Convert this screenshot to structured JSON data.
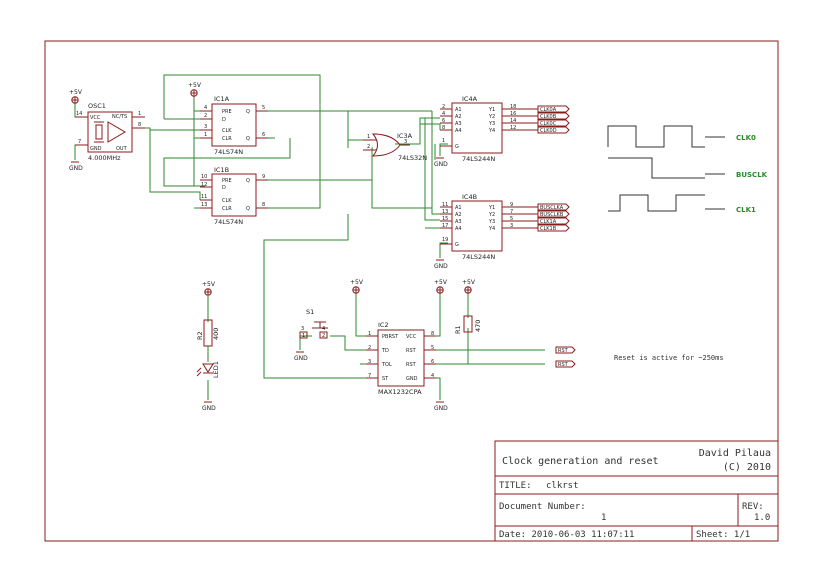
{
  "title_block": {
    "author": "David Pilaua",
    "copyright": "(C) 2010",
    "description": "Clock generation and reset",
    "title_label": "TITLE:",
    "title_value": "clkrst",
    "docnum_label": "Document Number:",
    "docnum_value": "1",
    "rev_label": "REV:",
    "rev_value": "1.0",
    "date_text": "Date: 2010-06-03 11:07:11",
    "sheet_text": "Sheet: 1/1"
  },
  "note": "Reset is active for ~250ms",
  "waveforms": [
    {
      "label": "CLK0"
    },
    {
      "label": "BUSCLK"
    },
    {
      "label": "CLK1"
    }
  ],
  "supplies": {
    "vcc": "+5V",
    "gnd": "GND"
  },
  "osc": {
    "name": "OSC1",
    "value": "4.000MHz",
    "pins": {
      "vcc": "VCC",
      "nc": "NC/TS",
      "gnd": "GND",
      "out": "OUT"
    },
    "pin_nums": {
      "vcc": "14",
      "nc": "1",
      "gnd": "7",
      "out": "8"
    }
  },
  "ic1a": {
    "name": "IC1A",
    "value": "74LS74N",
    "pins": {
      "pre": "PRE",
      "d": "D",
      "clk": "CLK",
      "clr": "CLR",
      "q": "Q",
      "qn": "Q"
    },
    "pin_nums": {
      "pre": "4",
      "d": "2",
      "clk": "3",
      "clr": "1",
      "q": "5",
      "qn": "6"
    }
  },
  "ic1b": {
    "name": "IC1B",
    "value": "74LS74N",
    "pins": {
      "pre": "PRE",
      "d": "D",
      "clk": "CLK",
      "clr": "CLR",
      "q": "Q",
      "qn": "Q"
    },
    "pin_nums": {
      "pre": "10",
      "d": "12",
      "clk": "11",
      "clr": "13",
      "q": "9",
      "qn": "8"
    }
  },
  "ic3a": {
    "name": "IC3A",
    "value": "74LS32N",
    "pin_nums": {
      "a": "1",
      "b": "2",
      "y": "3"
    }
  },
  "ic4a": {
    "name": "IC4A",
    "value": "74LS244N",
    "inputs": [
      "A1",
      "A2",
      "A3",
      "A4"
    ],
    "outputs": [
      "Y1",
      "Y2",
      "Y3",
      "Y4"
    ],
    "in_nums": [
      "2",
      "4",
      "6",
      "8"
    ],
    "out_nums": [
      "18",
      "16",
      "14",
      "12"
    ],
    "g_label": "G",
    "g_num": "1",
    "out_tags": [
      "CLK0A",
      "CLK0B",
      "CLK0C",
      "CLK0D"
    ]
  },
  "ic4b": {
    "name": "IC4B",
    "value": "74LS244N",
    "inputs": [
      "A1",
      "A2",
      "A3",
      "A4"
    ],
    "outputs": [
      "Y1",
      "Y2",
      "Y3",
      "Y4"
    ],
    "in_nums": [
      "11",
      "13",
      "15",
      "17"
    ],
    "out_nums": [
      "9",
      "7",
      "5",
      "3"
    ],
    "g_label": "G",
    "g_num": "19",
    "out_tags": [
      "BUSCLKA",
      "BUSCLKB",
      "CLK1A",
      "CLK1B"
    ]
  },
  "ic2": {
    "name": "IC2",
    "value": "MAX1232CPA",
    "left_pins": [
      "PBRST",
      "TD",
      "TOL",
      "ST"
    ],
    "left_nums": [
      "1",
      "2",
      "3",
      "7"
    ],
    "right_pins": [
      "VCC",
      "RST",
      "RST",
      "GND"
    ],
    "right_nums": [
      "8",
      "5",
      "6",
      "4"
    ],
    "out_tags": [
      "RST",
      "RST"
    ]
  },
  "s1": {
    "name": "S1",
    "pin_nums": [
      "3",
      "4",
      "1",
      "2"
    ]
  },
  "r1": {
    "name": "R1",
    "value": "470"
  },
  "r2": {
    "name": "R2",
    "value": "400"
  },
  "led1": {
    "name": "LED1"
  }
}
